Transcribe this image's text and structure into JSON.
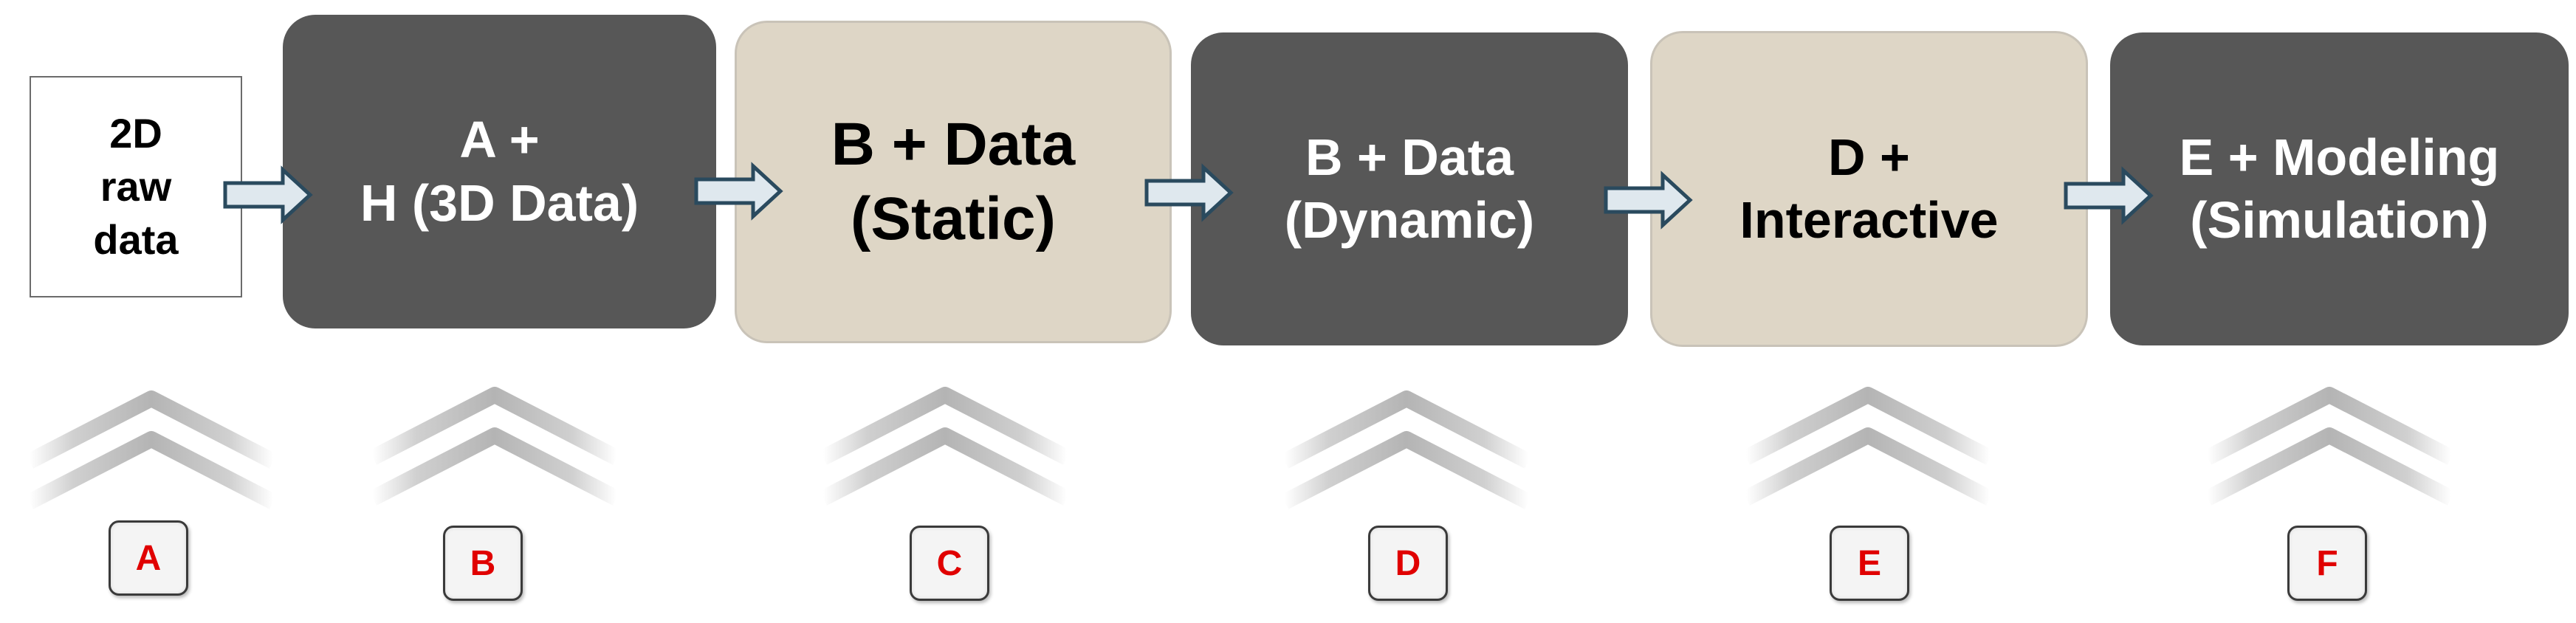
{
  "colors": {
    "dark_box": "#575757",
    "light_box": "#ded6c6",
    "arrow_fill": "#dfe8ee",
    "arrow_stroke": "#2a4a5e",
    "badge_text": "#e00000"
  },
  "stages": [
    {
      "id": "raw",
      "lines": [
        "2D",
        "raw",
        "data"
      ]
    },
    {
      "id": "B",
      "lines": [
        "A +",
        "H (3D Data)"
      ]
    },
    {
      "id": "C",
      "lines": [
        "B + Data",
        "(Static)"
      ]
    },
    {
      "id": "D",
      "lines": [
        "B + Data",
        "(Dynamic)"
      ]
    },
    {
      "id": "E",
      "lines": [
        "D +",
        "Interactive"
      ]
    },
    {
      "id": "F",
      "lines": [
        "E + Modeling",
        "(Simulation)"
      ]
    }
  ],
  "badges": [
    "A",
    "B",
    "C",
    "D",
    "E",
    "F"
  ],
  "icons": {
    "flow_arrow": "right-arrow-icon",
    "level_marker": "double-chevron-up-icon"
  }
}
